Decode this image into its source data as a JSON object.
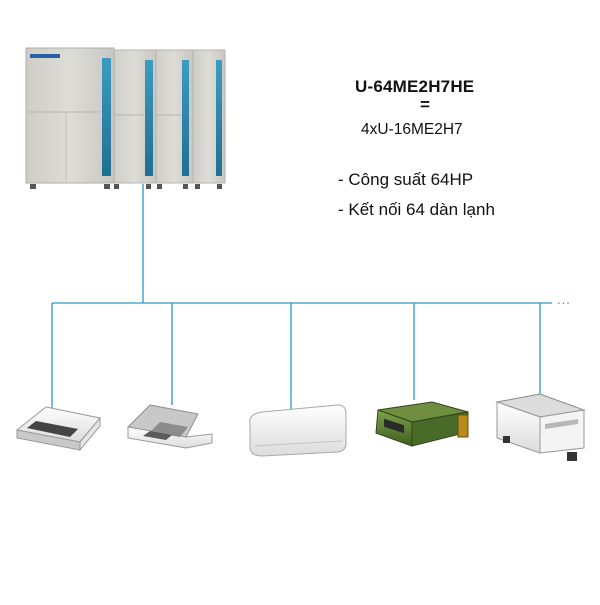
{
  "system": {
    "model": "U-64ME2H7HE",
    "equals": "=",
    "combination": "4xU-16ME2H7",
    "specs": [
      "- Công suất 64HP",
      "- Kết nối 64 dàn lạnh"
    ],
    "more_indicator": "..."
  },
  "outdoor_units": [
    {
      "name": "outdoor-unit-1"
    },
    {
      "name": "outdoor-unit-2"
    },
    {
      "name": "outdoor-unit-3"
    },
    {
      "name": "outdoor-unit-4"
    }
  ],
  "indoor_units": [
    {
      "type": "ceiling-cassette-1way-icon"
    },
    {
      "type": "ceiling-cassette-4way-icon"
    },
    {
      "type": "wall-mounted-icon"
    },
    {
      "type": "concealed-duct-icon"
    },
    {
      "type": "floor-standing-icon"
    }
  ],
  "colors": {
    "pipe": "#2a9ac8",
    "unit_body": "#d4d2cc",
    "unit_accent": "#2f89ad"
  }
}
